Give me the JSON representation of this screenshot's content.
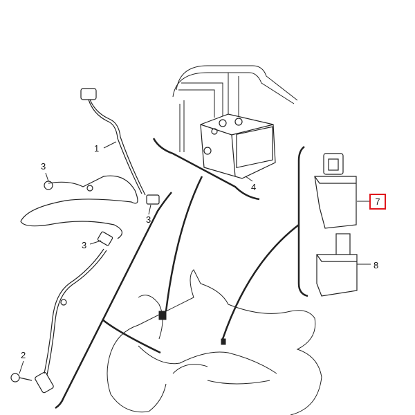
{
  "diagram": {
    "callouts": [
      {
        "id": "1",
        "label": "1",
        "part": "wire-harness-front-sensor"
      },
      {
        "id": "3a",
        "label": "3",
        "part": "clamp"
      },
      {
        "id": "3b",
        "label": "3",
        "part": "clamp"
      },
      {
        "id": "3c",
        "label": "3",
        "part": "clamp"
      },
      {
        "id": "2",
        "label": "2",
        "part": "bolt"
      },
      {
        "id": "4",
        "label": "4",
        "part": "abs-hydraulic-unit"
      },
      {
        "id": "7",
        "label": "7",
        "part": "relay",
        "highlighted": true
      },
      {
        "id": "8",
        "label": "8",
        "part": "relay-cover"
      }
    ],
    "highlight_color": "#e0161c",
    "line_color": "#111111"
  }
}
